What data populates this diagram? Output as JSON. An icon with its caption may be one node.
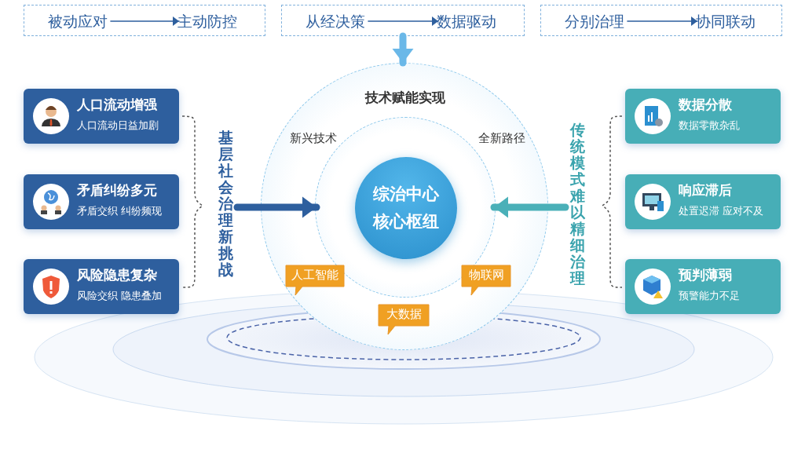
{
  "diagram": {
    "nodes": [
      {
        "text": [],
        "shape": "box"
      },
      {
        "text": [
          "被动应对"
        ],
        "in": 0
      },
      {
        "text": [
          "主动防控"
        ],
        "in": 0
      },
      {
        "text": [],
        "shape": "box"
      },
      {
        "text": [
          "从经决策"
        ],
        "in": 3
      },
      {
        "text": [
          "数据驱动"
        ],
        "in": 3
      },
      {
        "text": [],
        "shape": "box"
      },
      {
        "text": [
          "分别治理"
        ],
        "in": 6
      },
      {
        "text": [
          "协同联动"
        ],
        "in": 6
      },
      {
        "text": [
          "技术赋能实现",
          "新兴技术",
          "全新路径"
        ]
      },
      {
        "text": [],
        "shape": "circle",
        "in": 9
      },
      {
        "text": [
          "综治中心核心枢纽"
        ],
        "in": 10
      },
      {
        "text": [
          "人工智能"
        ],
        "in": 9
      },
      {
        "text": [
          "物联网"
        ],
        "in": 9
      },
      {
        "text": [
          "大数据"
        ],
        "in": 9
      },
      {
        "text": [
          "人口流动增强",
          "人口流动日益加剧"
        ]
      },
      {
        "text": [
          "矛盾纠纷多元",
          "矛盾交织 纠纷频现"
        ]
      },
      {
        "text": [
          "风险隐患复杂",
          "风险交织 隐患叠加"
        ]
      },
      {
        "text": [
          "基层社会治理新挑战"
        ]
      },
      {
        "text": [
          "数据分散",
          "数据零散杂乱"
        ]
      },
      {
        "text": [
          "响应滞后",
          "处置迟滞 应对不及"
        ]
      },
      {
        "text": [
          "预判薄弱",
          "预警能力不足"
        ]
      },
      {
        "text": [
          "传统模式难以精细治理"
        ]
      }
    ],
    "edges": [
      {
        "from": 1,
        "to": 2,
        "arrow": "to"
      },
      {
        "from": 4,
        "to": 5,
        "arrow": "to"
      },
      {
        "from": 7,
        "to": 8,
        "arrow": "to"
      },
      {
        "from": 3,
        "to": 9,
        "arrow": "to",
        "style": "thick",
        "color": "#6ab8e8"
      },
      {
        "from": 18,
        "to": 10,
        "arrow": "to",
        "style": "thick"
      },
      {
        "from": 22,
        "to": 10,
        "arrow": "to",
        "style": "thick",
        "color": "#4ab0b8"
      }
    ]
  }
}
